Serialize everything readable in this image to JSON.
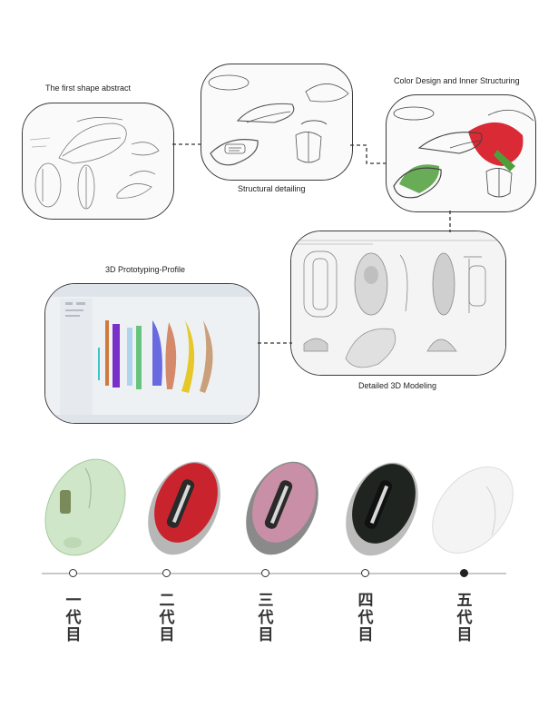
{
  "panels": {
    "first_shape": {
      "caption": "The first shape abstract"
    },
    "structural": {
      "caption": "Structural detailing"
    },
    "color_design": {
      "caption": "Color Design and Inner Structuring"
    },
    "prototyping": {
      "caption": "3D Prototyping-Profile"
    },
    "modeling": {
      "caption": "Detailed 3D Modeling"
    }
  },
  "generations": [
    {
      "label": "一\n代\n目",
      "color": "#cfe6c8"
    },
    {
      "label": "二\n代\n目",
      "color": "#c9242d"
    },
    {
      "label": "三\n代\n目",
      "color": "#c98fa6"
    },
    {
      "label": "四\n代\n目",
      "color": "#1f2421"
    },
    {
      "label": "五\n代\n目",
      "color": "#f4f4f4"
    }
  ],
  "colors": {
    "line": "#3a3a3a",
    "timeline": "#c8c8c8",
    "accent_red": "#d92a35",
    "accent_green": "#4f9e3a"
  }
}
